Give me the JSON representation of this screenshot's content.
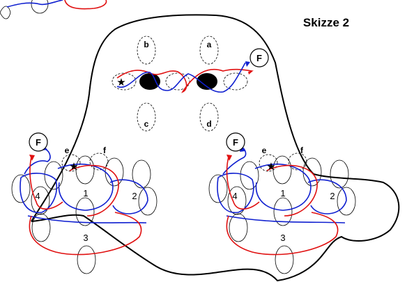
{
  "title": "Skizze 2",
  "marker_F": "F",
  "labels_center": {
    "a": "a",
    "b": "b",
    "c": "c",
    "d": "d"
  },
  "labels_side": {
    "e": "e",
    "f": "f"
  },
  "ring_numbers": [
    "1",
    "2",
    "3",
    "4"
  ],
  "star": "★",
  "colors": {
    "red": "#e01010",
    "blue": "#1020d0",
    "outline": "#000000"
  }
}
